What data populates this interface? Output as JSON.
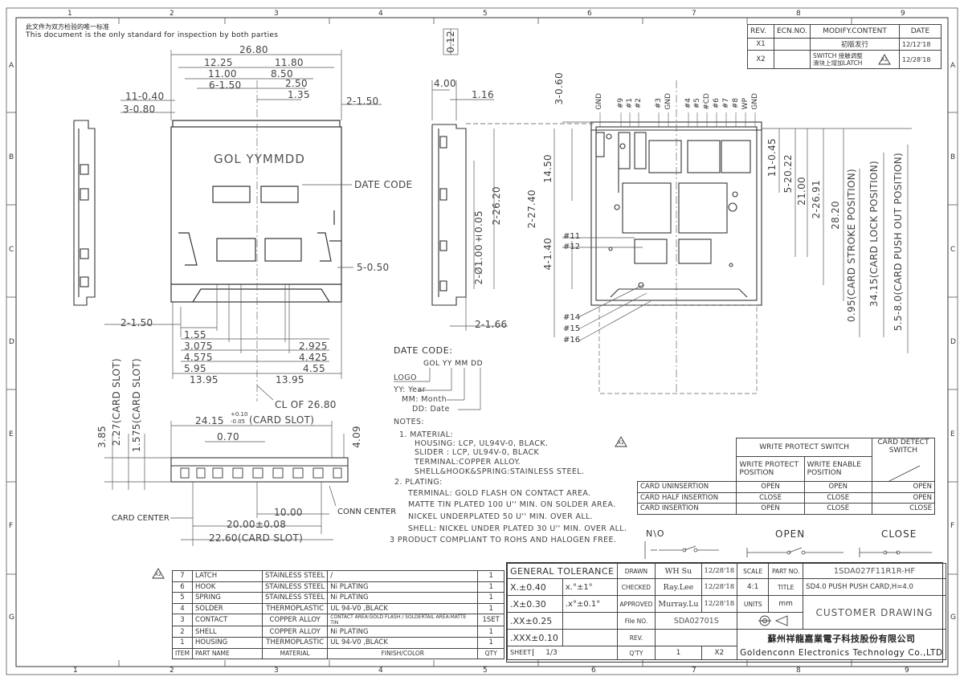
{
  "header": {
    "line_cn": "此文件为双方检验的唯一标准",
    "line_en": "This document is the only standard for inspection by both parties"
  },
  "border": {
    "cols": [
      "1",
      "2",
      "3",
      "4",
      "5",
      "6",
      "7",
      "8",
      "9"
    ],
    "rows": [
      "A",
      "B",
      "C",
      "D",
      "E",
      "F",
      "G"
    ]
  },
  "revision": {
    "headers": [
      "REV.",
      "ECN.NO.",
      "MODIFY.CONTENT",
      "DATE"
    ],
    "rows": [
      {
        "rev": "X1",
        "ecn": "",
        "content": "初版发行",
        "date": "12/12'18"
      },
      {
        "rev": "X2",
        "ecn": "",
        "content": "SWITCH 接触调整",
        "content2": "滑块上增加LATCH",
        "date": "12/28'18"
      }
    ]
  },
  "front_view": {
    "engraving": "GOL YYMMDD",
    "dims_top": [
      "26.80",
      "12.25",
      "11.80",
      "11.00",
      "8.50",
      "6-1.50",
      "2.50",
      "1.35",
      "11-0.40",
      "3-0.80",
      "2-1.50"
    ],
    "dims_bottom": [
      "2-1.50",
      "1.55",
      "3.075",
      "4.575",
      "5.95",
      "13.95",
      "2.925",
      "4.425",
      "4.55",
      "13.95",
      "CL OF 26.80"
    ],
    "date_code_label": "DATE CODE",
    "side_label": "5-0.50"
  },
  "side_view": {
    "dims": [
      "0.12",
      "4.00",
      "1.16",
      "2-Ø1.00±0.05",
      "2-26.20",
      "2-1.66"
    ]
  },
  "right_view": {
    "top_pins": [
      "GND",
      "#9",
      "#1",
      "#2",
      "#3",
      "GND",
      "#4",
      "#5",
      "#CD",
      "#6",
      "#7",
      "#8",
      "WP",
      "GND"
    ],
    "dims_left": [
      "3-0.60",
      "14.50",
      "2-27.40",
      "4-1.40"
    ],
    "pin_labels": [
      "#11",
      "#12",
      "#14",
      "#15",
      "#16"
    ],
    "dims_right": [
      "11-0.45",
      "5-20.22",
      "21.00",
      "2-26.91",
      "28.20",
      "0.95(CARD STROKE POSITION)",
      "34.15(CARD LOCK POSITION)",
      "5.5-8.0(CARD PUSH OUT POSITION)"
    ]
  },
  "date_code": {
    "title": "DATE CODE:",
    "parts": "GOL YY MM DD",
    "logo": "LOGO",
    "yy": "YY: Year",
    "mm": "MM: Month",
    "dd": "DD: Date"
  },
  "notes": {
    "title": "NOTES:",
    "lines": [
      "1. MATERIAL:",
      "HOUSING: LCP, UL94V-0, BLACK.",
      "SLIDER : LCP, UL94V-0, BLACK",
      "TERMINAL:COPPER ALLOY.",
      "SHELL&HOOK&SPRING:STAINLESS STEEL.",
      "2. PLATING:",
      "TERMINAL: GOLD FLASH ON CONTACT AREA.",
      "MATTE TIN PLATED 100 U'' MIN. ON SOLDER AREA.",
      "NICKEL UNDERPLATED 50 U'' MIN. OVER ALL.",
      "SHELL: NICKEL UNDER PLATED 30 U'' MIN. OVER ALL.",
      "3   PRODUCT COMPLIANT TO ROHS AND HALOGEN FREE."
    ]
  },
  "bottom_view": {
    "dims": [
      "3.85",
      "2.27(CARD SLOT)",
      "1.575(CARD SLOT)",
      "24.15",
      "+0.10",
      "-0.05",
      "(CARD SLOT)",
      "0.70",
      "4.09",
      "10.00",
      "20.00±0.08",
      "22.60(CARD SLOT)"
    ],
    "card_center": "CARD CENTER",
    "conn_center": "CONN CENTER"
  },
  "switch_table": {
    "write_protect": "WRITE PROTECT SWITCH",
    "card_detect": "CARD DETECT SWITCH",
    "wp_position": "WRITE PROTECT POSITION",
    "we_position": "WRITE ENABLE POSITION",
    "rows": [
      {
        "label": "CARD UNINSERTION",
        "a": "OPEN",
        "b": "OPEN",
        "c": "OPEN"
      },
      {
        "label": "CARD HALF INSERTION",
        "a": "CLOSE",
        "b": "CLOSE",
        "c": "OPEN"
      },
      {
        "label": "CARD INSERTION",
        "a": "OPEN",
        "b": "CLOSE",
        "c": "CLOSE"
      }
    ],
    "no_label": "N\\O",
    "open_label": "OPEN",
    "close_label": "CLOSE",
    "rev_mark": "X2"
  },
  "bom": {
    "rows": [
      {
        "no": "7",
        "name": "LATCH",
        "mat": "STAINLESS STEEL",
        "finish": "/",
        "qty": "1"
      },
      {
        "no": "6",
        "name": "HOOK",
        "mat": "STAINLESS STEEL",
        "finish": "Ni PLATING",
        "qty": "1"
      },
      {
        "no": "5",
        "name": "SPRING",
        "mat": "STAINLESS STEEL",
        "finish": "Ni PLATING",
        "qty": "1"
      },
      {
        "no": "4",
        "name": "SOLDER",
        "mat": "THERMOPLASTIC",
        "finish": "UL 94-V0 ,BLACK",
        "qty": "1"
      },
      {
        "no": "3",
        "name": "CONTACT",
        "mat": "COPPER ALLOY",
        "finish": "CONTACT AREA:GOLD FLASH / SOLDERTAIL AREA:MATTE TIN",
        "qty": "1SET"
      },
      {
        "no": "2",
        "name": "SHELL",
        "mat": "COPPER ALLOY",
        "finish": "Ni PLATING",
        "qty": "1"
      },
      {
        "no": "1",
        "name": "HOUSING",
        "mat": "THERMOPLASTIC",
        "finish": "UL 94-V0 ,BLACK",
        "qty": "1"
      }
    ],
    "headers": [
      "ITEM",
      "PART NAME",
      "MATERIAL",
      "FINISH/COLOR",
      "QTY"
    ],
    "rev_mark": "X2"
  },
  "title_block": {
    "gen_tol": "GENERAL TOLERANCE",
    "tol": [
      {
        "a": "X.±0.40",
        "b": "x.°±1°"
      },
      {
        "a": ".X±0.30",
        "b": ".x°±0.1°"
      },
      {
        "a": ".XX±0.25",
        "b": ""
      },
      {
        "a": ".XXX±0.10",
        "b": ""
      }
    ],
    "drawn": "DRAWN",
    "drawn_by": "WH Su",
    "drawn_date": "12/28'18",
    "checked": "CHECKED",
    "checked_by": "Ray.Lee",
    "checked_date": "12/28'18",
    "approved": "APPROVED",
    "approved_by": "Murray.Lu",
    "approved_date": "12/28'18",
    "file_no": "File NO.",
    "file_val": "SDA02701S",
    "rev": "REV.",
    "rev_val": "X2",
    "scale": "SCALE",
    "scale_val": "4:1",
    "units": "UNITS",
    "units_val": "mm",
    "part_no": "PART NO.",
    "part_val": "1SDA027F11R1R-HF",
    "title": "TITLE",
    "title_val": "SD4.0 PUSH PUSH CARD,H=4.0",
    "customer": "CUSTOMER DRAWING",
    "sheet": "SHEET",
    "sheet_val": "1/3",
    "qty": "Q'TY",
    "qty_val": "1",
    "company_cn": "蘇州祥龍嘉業電子科技股份有限公司",
    "company_en": "Goldenconn Electronics Technology Co.,LTD"
  }
}
